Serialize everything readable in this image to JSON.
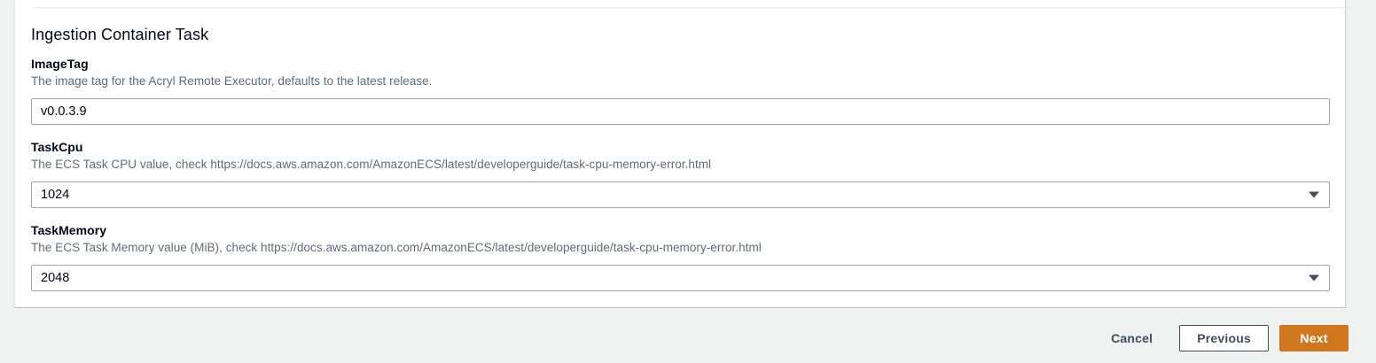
{
  "panel": {
    "section_title": "Ingestion Container Task"
  },
  "fields": [
    {
      "name": "image-tag",
      "label": "ImageTag",
      "description": "The image tag for the Acryl Remote Executor, defaults to the latest release.",
      "control": "text",
      "value": "v0.0.3.9",
      "placeholder": ""
    },
    {
      "name": "task-cpu",
      "label": "TaskCpu",
      "description": "The ECS Task CPU value, check https://docs.aws.amazon.com/AmazonECS/latest/developerguide/task-cpu-memory-error.html",
      "control": "select",
      "value": "1024",
      "caret_icon": "caret-down-icon"
    },
    {
      "name": "task-memory",
      "label": "TaskMemory",
      "description": "The ECS Task Memory value (MiB), check https://docs.aws.amazon.com/AmazonECS/latest/developerguide/task-cpu-memory-error.html",
      "control": "select",
      "value": "2048",
      "caret_icon": "caret-down-icon"
    }
  ],
  "footer": {
    "cancel_label": "Cancel",
    "previous_label": "Previous",
    "next_label": "Next"
  },
  "colors": {
    "primary_button": "#d0761f",
    "page_background": "#f0f1f1",
    "card_background": "#ffffff",
    "label_text": "#000716",
    "description_text": "#5f6b7a",
    "border": "#9ba7b6"
  }
}
